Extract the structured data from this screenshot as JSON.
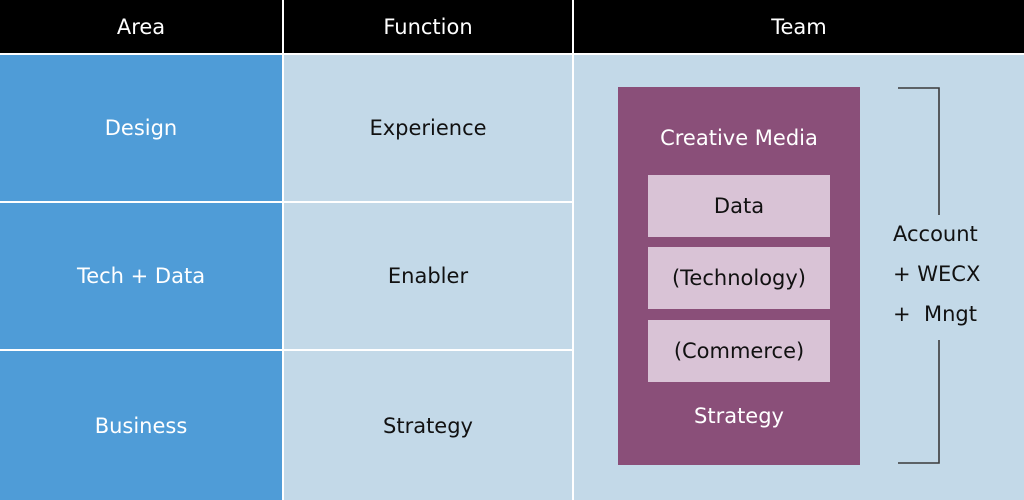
{
  "headers": {
    "area": "Area",
    "function": "Function",
    "team": "Team"
  },
  "rows": [
    {
      "area": "Design",
      "function": "Experience"
    },
    {
      "area": "Tech + Data",
      "function": "Enabler"
    },
    {
      "area": "Business",
      "function": "Strategy"
    }
  ],
  "team": {
    "title": "Creative Media",
    "items": [
      "Data",
      "(Technology)",
      "(Commerce)"
    ],
    "footer": "Strategy"
  },
  "side_label": {
    "lines": [
      "Account",
      "+ WECX",
      "+  Mngt"
    ]
  },
  "colors": {
    "header_bg": "#000000",
    "area_bg": "#4f9cd7",
    "function_bg": "#c3d9e8",
    "team_box": "#8a4f79",
    "team_item": "#d9c3d6"
  }
}
